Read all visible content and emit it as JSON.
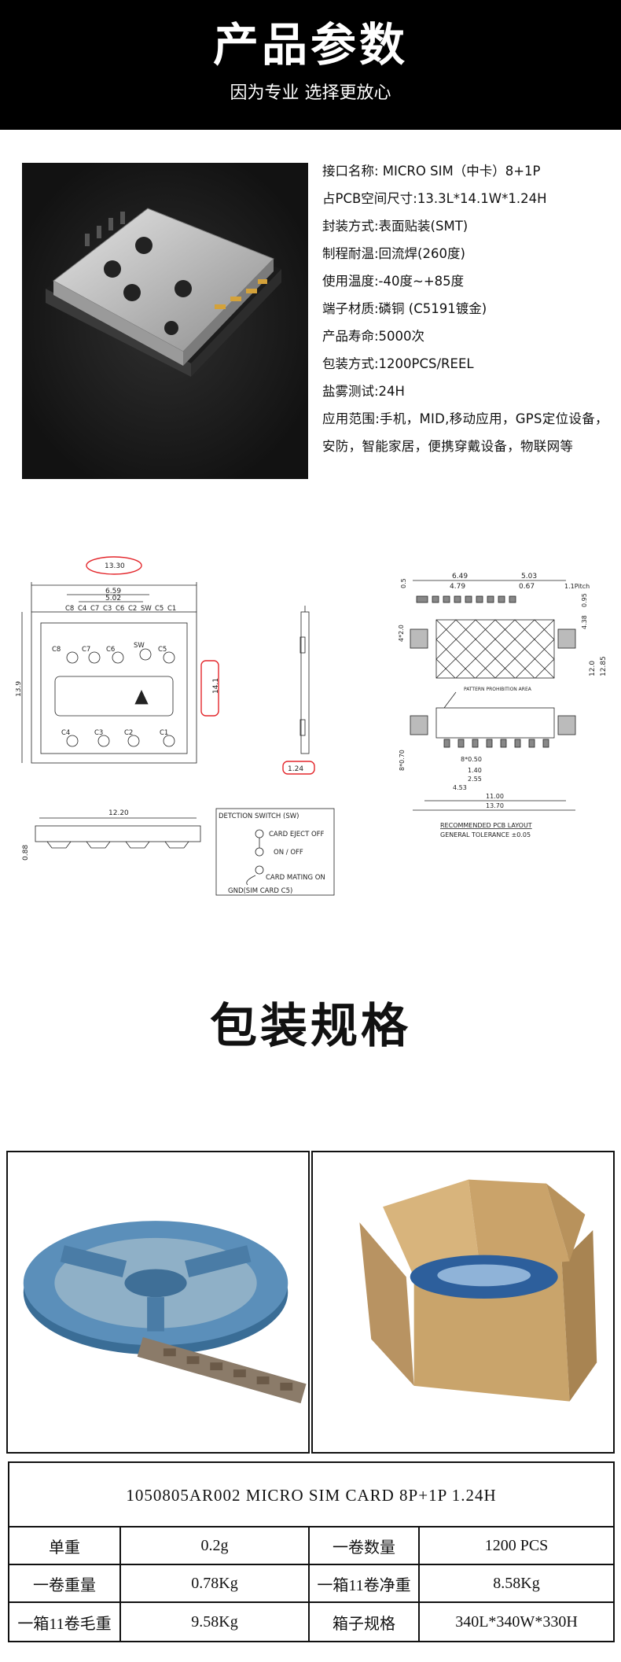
{
  "header": {
    "title": "产品参数",
    "subtitle": "因为专业 选择更放心"
  },
  "specs": [
    "接口名称: MICRO SIM（中卡）8+1P",
    "占PCB空间尺寸:13.3L*14.1W*1.24H",
    "封装方式:表面贴装(SMT)",
    "制程耐温:回流焊(260度)",
    "使用温度:-40度~+85度",
    "端子材质:磷铜 (C5191镀金)",
    "产品寿命:5000次",
    "包装方式:1200PCS/REEL",
    "盐雾测试:24H",
    "应用范围:手机，MID,移动应用，GPS定位设备，安防，智能家居，便携穿戴设备，物联网等"
  ],
  "drawing": {
    "top_dims": [
      "13.30",
      "6.59",
      "5.02"
    ],
    "pin_labels_top": [
      "C8",
      "C4",
      "C7",
      "C3",
      "C6",
      "C2",
      "SW",
      "C5",
      "C1"
    ],
    "inner_labels_row1": [
      "C8",
      "C7",
      "C6",
      "SW",
      "C5"
    ],
    "inner_labels_row2": [
      "C4",
      "C3",
      "C2",
      "C1"
    ],
    "height_dim": "13.9",
    "width_dim": "14.1",
    "thickness_dim": "1.24",
    "side_length_dim": "12.20",
    "side_height_dim": "0.88",
    "switch_title": "DETCTION SWITCH (SW)",
    "switch_states": [
      "CARD EJECT OFF",
      "ON / OFF",
      "CARD MATING ON"
    ],
    "switch_gnd": "GND(SIM CARD C5)",
    "pcb_top_dims": [
      "6.49",
      "5.03",
      "4.79",
      "0.67",
      "1.1Pitch"
    ],
    "pcb_left_dims": [
      "0.5",
      "4*2.0"
    ],
    "pcb_right_dims": [
      "0.95",
      "4.38",
      "12.0",
      "12.85"
    ],
    "pcb_pattern_note": "PATTERN PROHIBITION AREA",
    "pcb_bottom_dims": [
      "8*0.50",
      "1.40",
      "2.55",
      "4.53",
      "11.00",
      "13.70",
      "8*0.70"
    ],
    "pcb_layout_title": "RECOMMENDED PCB LAYOUT",
    "pcb_tolerance": "GENERAL TOLERANCE ±0.05"
  },
  "section2_title": "包装规格",
  "table": {
    "title": "1050805AR002 MICRO SIM CARD 8P+1P 1.24H",
    "rows": [
      [
        "单重",
        "0.2g",
        "一卷数量",
        "1200 PCS"
      ],
      [
        "一卷重量",
        "0.78Kg",
        "一箱11卷净重",
        "8.58Kg"
      ],
      [
        "一箱11卷毛重",
        "9.58Kg",
        "箱子规格",
        "340L*340W*330H"
      ]
    ]
  },
  "colors": {
    "header_bg": "#000000",
    "highlight_red": "#e3262b",
    "reel_blue": "#4f86b3",
    "box_brown": "#c9a46b"
  }
}
